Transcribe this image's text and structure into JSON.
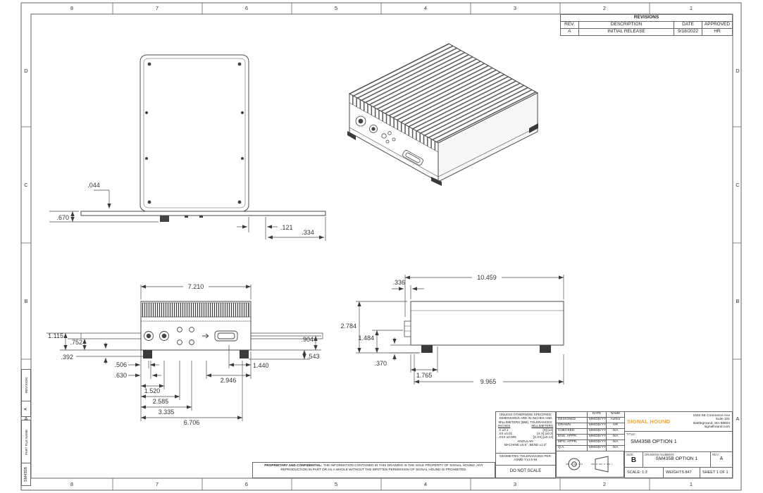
{
  "sheet": {
    "cols": [
      "8",
      "7",
      "6",
      "5",
      "4",
      "3",
      "2",
      "1"
    ],
    "rows": [
      "D",
      "C",
      "B",
      "A"
    ]
  },
  "revisions": {
    "title": "REVISIONS",
    "col_rev": "REV.",
    "col_desc": "DESCRIPTION",
    "col_date": "DATE",
    "col_approved": "APPROVED",
    "row": {
      "rev": "A",
      "desc": "INITIAL RELEASE",
      "date": "9/18/2022",
      "approved": "HR"
    }
  },
  "dims": {
    "top_view": {
      "thickness": ".044",
      "height": ".670",
      "offset1": ".121",
      "offset2": ".334"
    },
    "front_view": {
      "width": "7.210",
      "left1": "1.115",
      "left2": ".752",
      "left3": ".392",
      "bottom1": ".506",
      "bottom2": ".630",
      "bottom3": "1.520",
      "bottom4": "2.585",
      "bottom5": "3.335",
      "bottom6": "6.706",
      "right1": "1.440",
      "right2": "2.946",
      "right3": ".543",
      "right4": ".904"
    },
    "side_view": {
      "width": "10.459",
      "offset": ".336",
      "height": "2.784",
      "mid": "1.484",
      "foot": ".370",
      "bottom1": "1.765",
      "bottom2": "9.965"
    }
  },
  "tol": {
    "header1": "UNLESS OTHERWISE SPECIFIED:",
    "header2": "DIMENSIONS ARE IN INCHES AND",
    "header3": "MILLIMETERS [MM]. TOLERANCES:",
    "col_in": "INCHES",
    "col_mm": "MILLIMETERS",
    "row1_in": ".X  ±0.1",
    "row1_mm": "[X]  [±3]",
    "row2_in": ".XX  ±0.01",
    "row2_mm": "[X.X]  [±0.3]",
    "row3_in": ".XXX  ±0.005",
    "row3_mm": "[X.XX]  [±0.13]",
    "angular1": "ANGULAR:",
    "angular2": "MACHINE ±0.5°, BEND ±1.0°",
    "geo1": "GEOMETRIC TOLERANCING PER:",
    "geo2": "ASME-Y14.5-94",
    "do_not_scale": "DO NOT SCALE"
  },
  "signatures": {
    "col_date": "DATE",
    "col_name": "NAME",
    "rows": [
      {
        "role": "DESIGNED",
        "date": "MM/DD/YY",
        "name": "Author"
      },
      {
        "role": "DRAWN",
        "date": "MM/DD/YY",
        "name": "HR"
      },
      {
        "role": "CHECKED",
        "date": "MM/DD/YY",
        "name": "N/A"
      },
      {
        "role": "ENG. APPR.",
        "date": "MM/DD/YY",
        "name": "N/A"
      },
      {
        "role": "MFG. APPR.",
        "date": "MM/DD/YY",
        "name": "N/A"
      },
      {
        "role": "Q.A.",
        "date": "MM/DD/YY",
        "name": "N/A"
      }
    ]
  },
  "company": {
    "logo": "SIGNAL HOUND",
    "addr1": "1502 SE Commerce Ave",
    "addr2": "Suite 101",
    "addr3": "Battleground, WA 98604",
    "addr4": "signalhound.com"
  },
  "title_block": {
    "title_label": "TITLE:",
    "title": "SM435B OPTION 1",
    "size_label": "SIZE:",
    "size": "B",
    "dwg_label": "DRAWING NUMBER:",
    "dwg": "SM435B OPTION 1",
    "rev_label": "REV:",
    "rev": "A",
    "scale": "SCALE: 1:3",
    "weight": "WEIGHT:5.847",
    "sheet": "SHEET 1 OF 1"
  },
  "proprietary": {
    "head": "PROPRIETARY AND CONFIDENTIAL:",
    "body": "THE INFORMATION CONTAINED IN THIS DRAWING IS THE SOLE PROPERTY OF SIGNAL HOUND. ANY REPRODUCTION IN PART OR AS A WHOLE WITHOUT THE WRITTEN PERMISSION OF SIGNAL HOUND IS PROHIBITED."
  },
  "margin": {
    "revision_label": "REVISION:",
    "revision_value": "A",
    "part_file_label": "PART FILE NAME:",
    "part_file_value": "SM435B"
  },
  "colors": {
    "logo_orange": "#f2a33c",
    "line": "#4a4a4a"
  }
}
